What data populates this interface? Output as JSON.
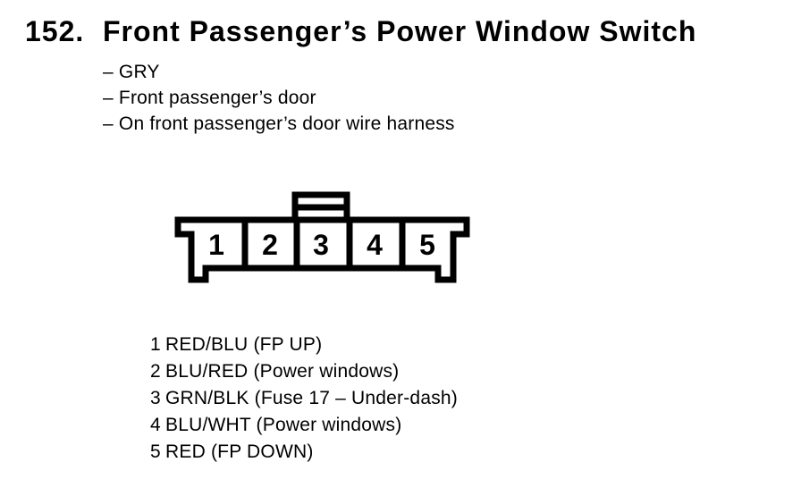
{
  "colors": {
    "ink": "#000000",
    "paper": "#ffffff"
  },
  "header": {
    "number": "152.",
    "title": "Front Passenger’s Power Window Switch"
  },
  "details": [
    "– GRY",
    "– Front passenger’s door",
    "– On front passenger’s door wire harness"
  ],
  "connector": {
    "cavities": [
      "1",
      "2",
      "3",
      "4",
      "5"
    ]
  },
  "pins": [
    {
      "num": "1",
      "label": "RED/BLU (FP UP)"
    },
    {
      "num": "2",
      "label": "BLU/RED (Power windows)"
    },
    {
      "num": "3",
      "label": "GRN/BLK (Fuse 17 – Under-dash)"
    },
    {
      "num": "4",
      "label": "BLU/WHT (Power windows)"
    },
    {
      "num": "5",
      "label": "RED (FP DOWN)"
    }
  ]
}
